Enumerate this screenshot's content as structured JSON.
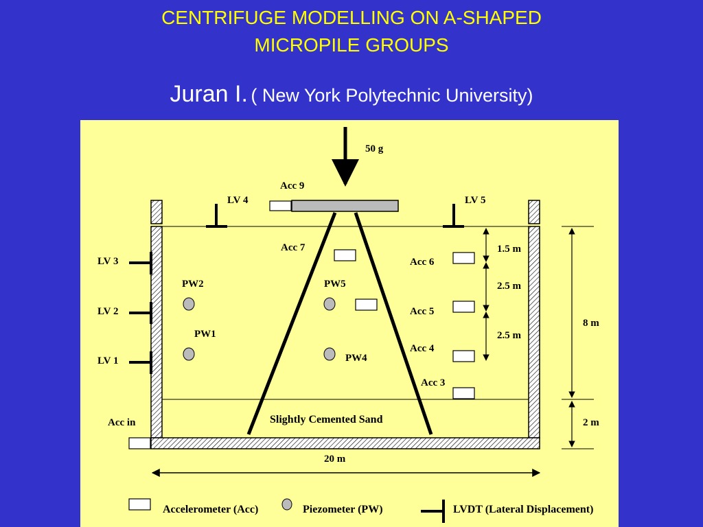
{
  "header": {
    "title_line1": "CENTRIFUGE  MODELLING  ON A-SHAPED",
    "title_line2": "MICROPILE GROUPS",
    "author": "Juran I.",
    "affiliation": "( New York Polytechnic University)"
  },
  "diagram": {
    "load": "50 g",
    "accelerometers": {
      "acc9": "Acc 9",
      "acc7": "Acc 7",
      "acc6": "Acc 6",
      "acc5": "Acc 5",
      "acc4": "Acc 4",
      "acc3": "Acc 3",
      "acc_in": "Acc in"
    },
    "lvdts": {
      "lv1": "LV 1",
      "lv2": "LV 2",
      "lv3": "LV 3",
      "lv4": "LV 4",
      "lv5": "LV 5"
    },
    "piezometers": {
      "pw1": "PW1",
      "pw2": "PW2",
      "pw4": "PW4",
      "pw5": "PW5"
    },
    "dimensions": {
      "d1": "1.5 m",
      "d2": "2.5 m",
      "d3": "2.5 m",
      "height": "8 m",
      "base": "2 m",
      "width": "20 m"
    },
    "layer": "Slightly Cemented Sand"
  },
  "legend": {
    "accelerometer": "Accelerometer  (Acc)",
    "piezometer": "Piezometer (PW)",
    "lvdt": "LVDT (Lateral Displacement)"
  },
  "colors": {
    "background": "#3333cc",
    "title": "#ffff00",
    "panel": "#ffff99",
    "element": "#bbbbbb"
  }
}
